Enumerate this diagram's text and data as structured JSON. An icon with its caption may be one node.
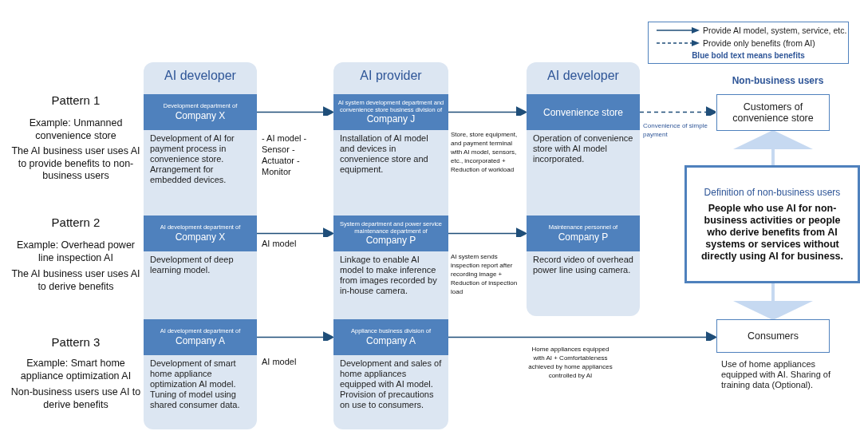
{
  "diagram": {
    "nodes": [
      {
        "text": [
          "AI developer"
        ]
      },
      {
        "text": [
          "Development department of",
          "Company X",
          "Development of AI for payment process in convenience store. Arrangement for embedded devices."
        ],
        "in": 0
      },
      {
        "text": [
          "AI development department of",
          "Company X",
          "Development of deep learning model."
        ],
        "in": 0
      },
      {
        "text": [
          "AI development department of",
          "Company A",
          "Development of smart home appliance optimization AI model. Tuning of model using shared consumer data."
        ],
        "in": 0
      },
      {
        "text": [
          "AI provider"
        ]
      },
      {
        "text": [
          "AI system development department and convenience store business division of",
          "Company J",
          "Installation of AI model and devices in convenience store and equipment."
        ],
        "in": 4
      },
      {
        "text": [
          "System department and power service maintenance department of",
          "Company P",
          "Linkage to enable AI model to make inference from images recorded by in-house camera."
        ],
        "in": 4
      },
      {
        "text": [
          "Appliance business division of",
          "Company A",
          "Development and sales of home appliances equipped with AI model. Provision of precautions on use to consumers."
        ],
        "in": 4
      },
      {
        "text": [
          "AI developer"
        ]
      },
      {
        "text": [
          "Convenience store",
          "Operation of convenience store with AI model incorporated."
        ],
        "in": 8
      },
      {
        "text": [
          "Maintenance personnel of",
          "Company P",
          "Record video of overhead power line using camera."
        ],
        "in": 8
      },
      {
        "text": [
          "Customers of convenience store"
        ]
      },
      {
        "text": [
          "Definition of non-business users",
          "People who use AI for non-business activities or people who derive benefits from AI systems or services without directly using AI for business."
        ]
      },
      {
        "text": [
          "Consumers"
        ],
        "beside": [
          "Use of home appliances equipped with AI. Sharing of training data (Optional)."
        ]
      }
    ],
    "edges": [
      {
        "from": 1,
        "to": 5,
        "arrow": "to",
        "label": "- AI model - Sensor - Actuator - Monitor"
      },
      {
        "from": 5,
        "to": 9,
        "arrow": "to",
        "label": "Store, store equipment, and payment terminal with AI model, sensors, etc., incorporated + Reduction of workload"
      },
      {
        "from": 9,
        "to": 11,
        "arrow": "to",
        "style": "dashed",
        "label": "Convenience of simple payment"
      },
      {
        "from": 2,
        "to": 6,
        "arrow": "to",
        "label": "AI model"
      },
      {
        "from": 6,
        "to": 10,
        "arrow": "to",
        "label": "AI system sends inspection report after recording image + Reduction of inspection load"
      },
      {
        "from": 3,
        "to": 7,
        "arrow": "to",
        "label": "AI model"
      },
      {
        "from": 7,
        "to": 13,
        "arrow": "to",
        "label": "Home appliances equipped with AI + Comfortableness achieved by home appliances controlled by AI"
      },
      {
        "from": 12,
        "to": 11,
        "arrow": "to",
        "style": "thick",
        "color": "#c6d9f1"
      },
      {
        "from": 12,
        "to": 13,
        "arrow": "to",
        "style": "thick",
        "color": "#c6d9f1"
      }
    ],
    "labels": [
      "Pattern 1",
      "Example: Unmanned convenience store",
      "The AI business user uses AI to provide benefits to non-business users",
      "Pattern 2",
      "Example: Overhead power line inspection AI",
      "The AI business user uses AI to derive benefits",
      "Pattern 3",
      "Example: Smart home appliance optimization AI",
      "Non-business users use AI to derive benefits",
      "Non-business users",
      "Blue bold text means benefits"
    ],
    "legend": [
      {
        "text": "Provide AI model, system, service, etc."
      },
      {
        "text": "Provide only benefits (from AI)"
      }
    ]
  }
}
